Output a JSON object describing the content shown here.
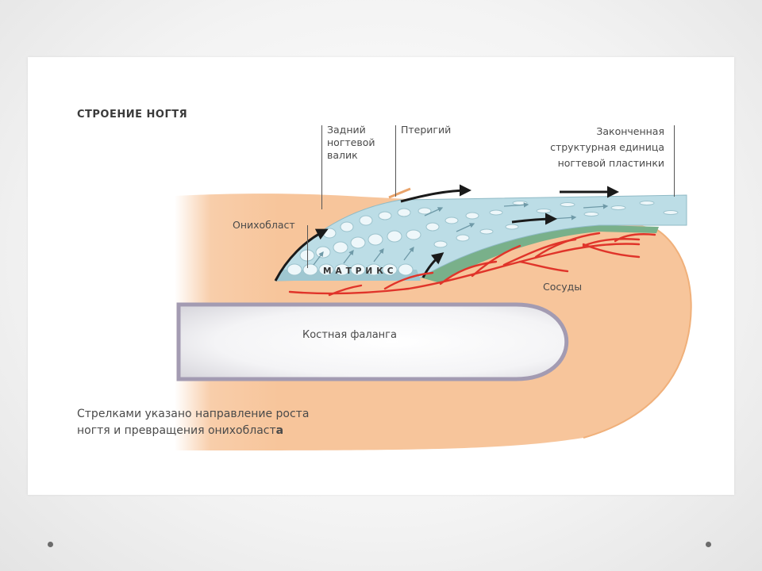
{
  "diagram": {
    "title": "СТРОЕНИЕ НОГТЯ",
    "labels": {
      "proximal_fold": [
        "Задний",
        "ногтевой",
        "валик"
      ],
      "pterygium": "Птеригий",
      "finished_unit": [
        "Законченная",
        "структурная единица",
        "ногтевой пластинки"
      ],
      "onychoblast": "Онихобласт",
      "matrix": "МАТРИКС",
      "vessels": "Сосуды",
      "bone": "Костная фаланга"
    },
    "caption": [
      "Стрелками указано направление роста",
      "ногтя и превращения онихобласт",
      "а"
    ]
  },
  "colors": {
    "skin": "#f7c59b",
    "nail_plate": "#bcdde6",
    "nail_bed": "#79b08a",
    "vessels": "#e0342a",
    "bone_outline": "#a39bb2",
    "arrows": "#1a1a1a"
  }
}
